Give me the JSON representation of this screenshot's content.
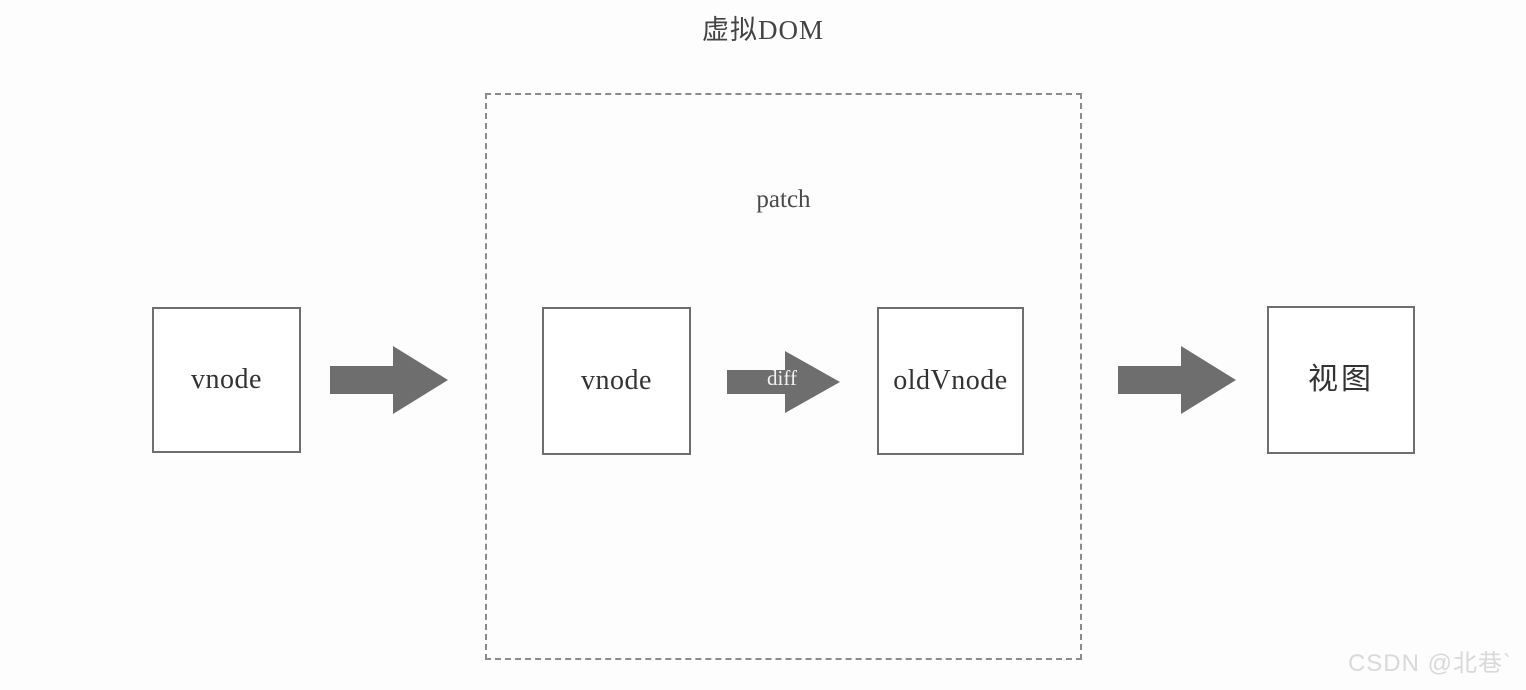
{
  "diagram": {
    "title": "虚拟DOM",
    "background_color": "#fdfdfd",
    "box_border_color": "#6e6e6e",
    "dashed_border_color": "#8b8b8b",
    "arrow_fill_color": "#6e6e6e",
    "text_color": "#333333"
  },
  "patch_group": {
    "label": "patch",
    "border_style": "dashed"
  },
  "nodes": {
    "vnode_input": "vnode",
    "vnode_new": "vnode",
    "old_vnode": "oldVnode",
    "view": "视图"
  },
  "arrows": {
    "arrow1_label": "",
    "diff_label": "diff",
    "arrow3_label": ""
  },
  "icons": {
    "arrow_right": "arrow-right-icon"
  },
  "watermark": {
    "text": "CSDN @北巷`"
  }
}
